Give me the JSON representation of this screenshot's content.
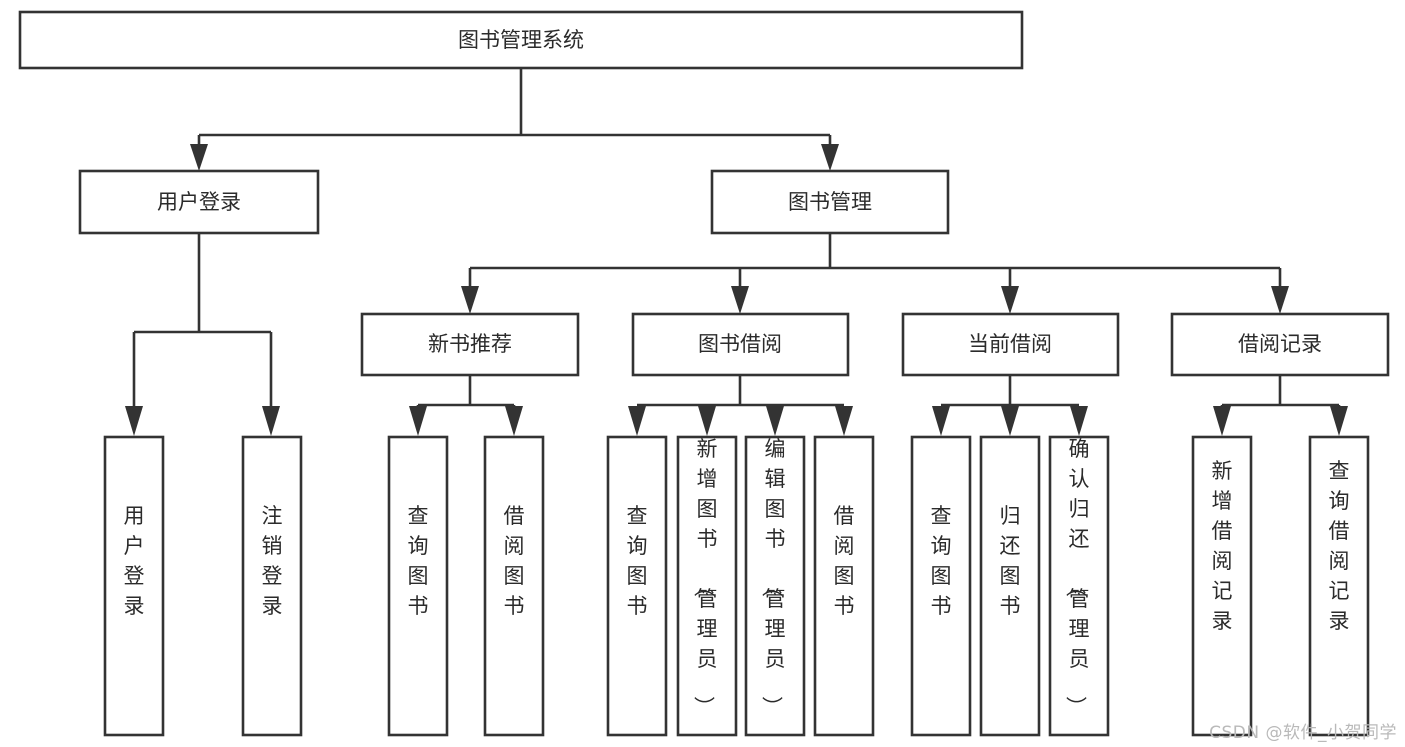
{
  "diagram": {
    "title": "图书管理系统",
    "type": "tree-hierarchy-chart",
    "orientation": "top-down",
    "colors": {
      "box_stroke": "#333333",
      "box_fill": "#ffffff",
      "text": "#2b2b2b",
      "connector": "#333333",
      "watermark": "#b9b9b9",
      "background": "#ffffff"
    },
    "root": {
      "id": "root",
      "label": "图书管理系统"
    },
    "level2": [
      {
        "id": "user-login",
        "label": "用户登录"
      },
      {
        "id": "book-management",
        "label": "图书管理"
      }
    ],
    "level3": [
      {
        "id": "new-book-recommend",
        "label": "新书推荐",
        "parent": "book-management"
      },
      {
        "id": "book-borrow",
        "label": "图书借阅",
        "parent": "book-management"
      },
      {
        "id": "current-borrow",
        "label": "当前借阅",
        "parent": "book-management"
      },
      {
        "id": "borrow-record",
        "label": "借阅记录",
        "parent": "book-management"
      }
    ],
    "leaves": {
      "user-login": [
        {
          "id": "leaf-user-login",
          "label": "用户登录"
        },
        {
          "id": "leaf-user-logout",
          "label": "注销登录"
        }
      ],
      "new-book-recommend": [
        {
          "id": "leaf-query-book-1",
          "label": "查询图书"
        },
        {
          "id": "leaf-borrow-book-1",
          "label": "借阅图书"
        }
      ],
      "book-borrow": [
        {
          "id": "leaf-query-book-2",
          "label": "查询图书"
        },
        {
          "id": "leaf-add-book",
          "label": "新增图书（管理员）"
        },
        {
          "id": "leaf-edit-book",
          "label": "编辑图书（管理员）"
        },
        {
          "id": "leaf-borrow-book-2",
          "label": "借阅图书"
        }
      ],
      "current-borrow": [
        {
          "id": "leaf-query-book-3",
          "label": "查询图书"
        },
        {
          "id": "leaf-return-book",
          "label": "归还图书"
        },
        {
          "id": "leaf-confirm-return",
          "label": "确认归还（管理员）"
        }
      ],
      "borrow-record": [
        {
          "id": "leaf-add-record",
          "label": "新增借阅记录"
        },
        {
          "id": "leaf-query-record",
          "label": "查询借阅记录"
        }
      ]
    }
  },
  "watermark": {
    "text": "CSDN @软件_小贺同学"
  }
}
